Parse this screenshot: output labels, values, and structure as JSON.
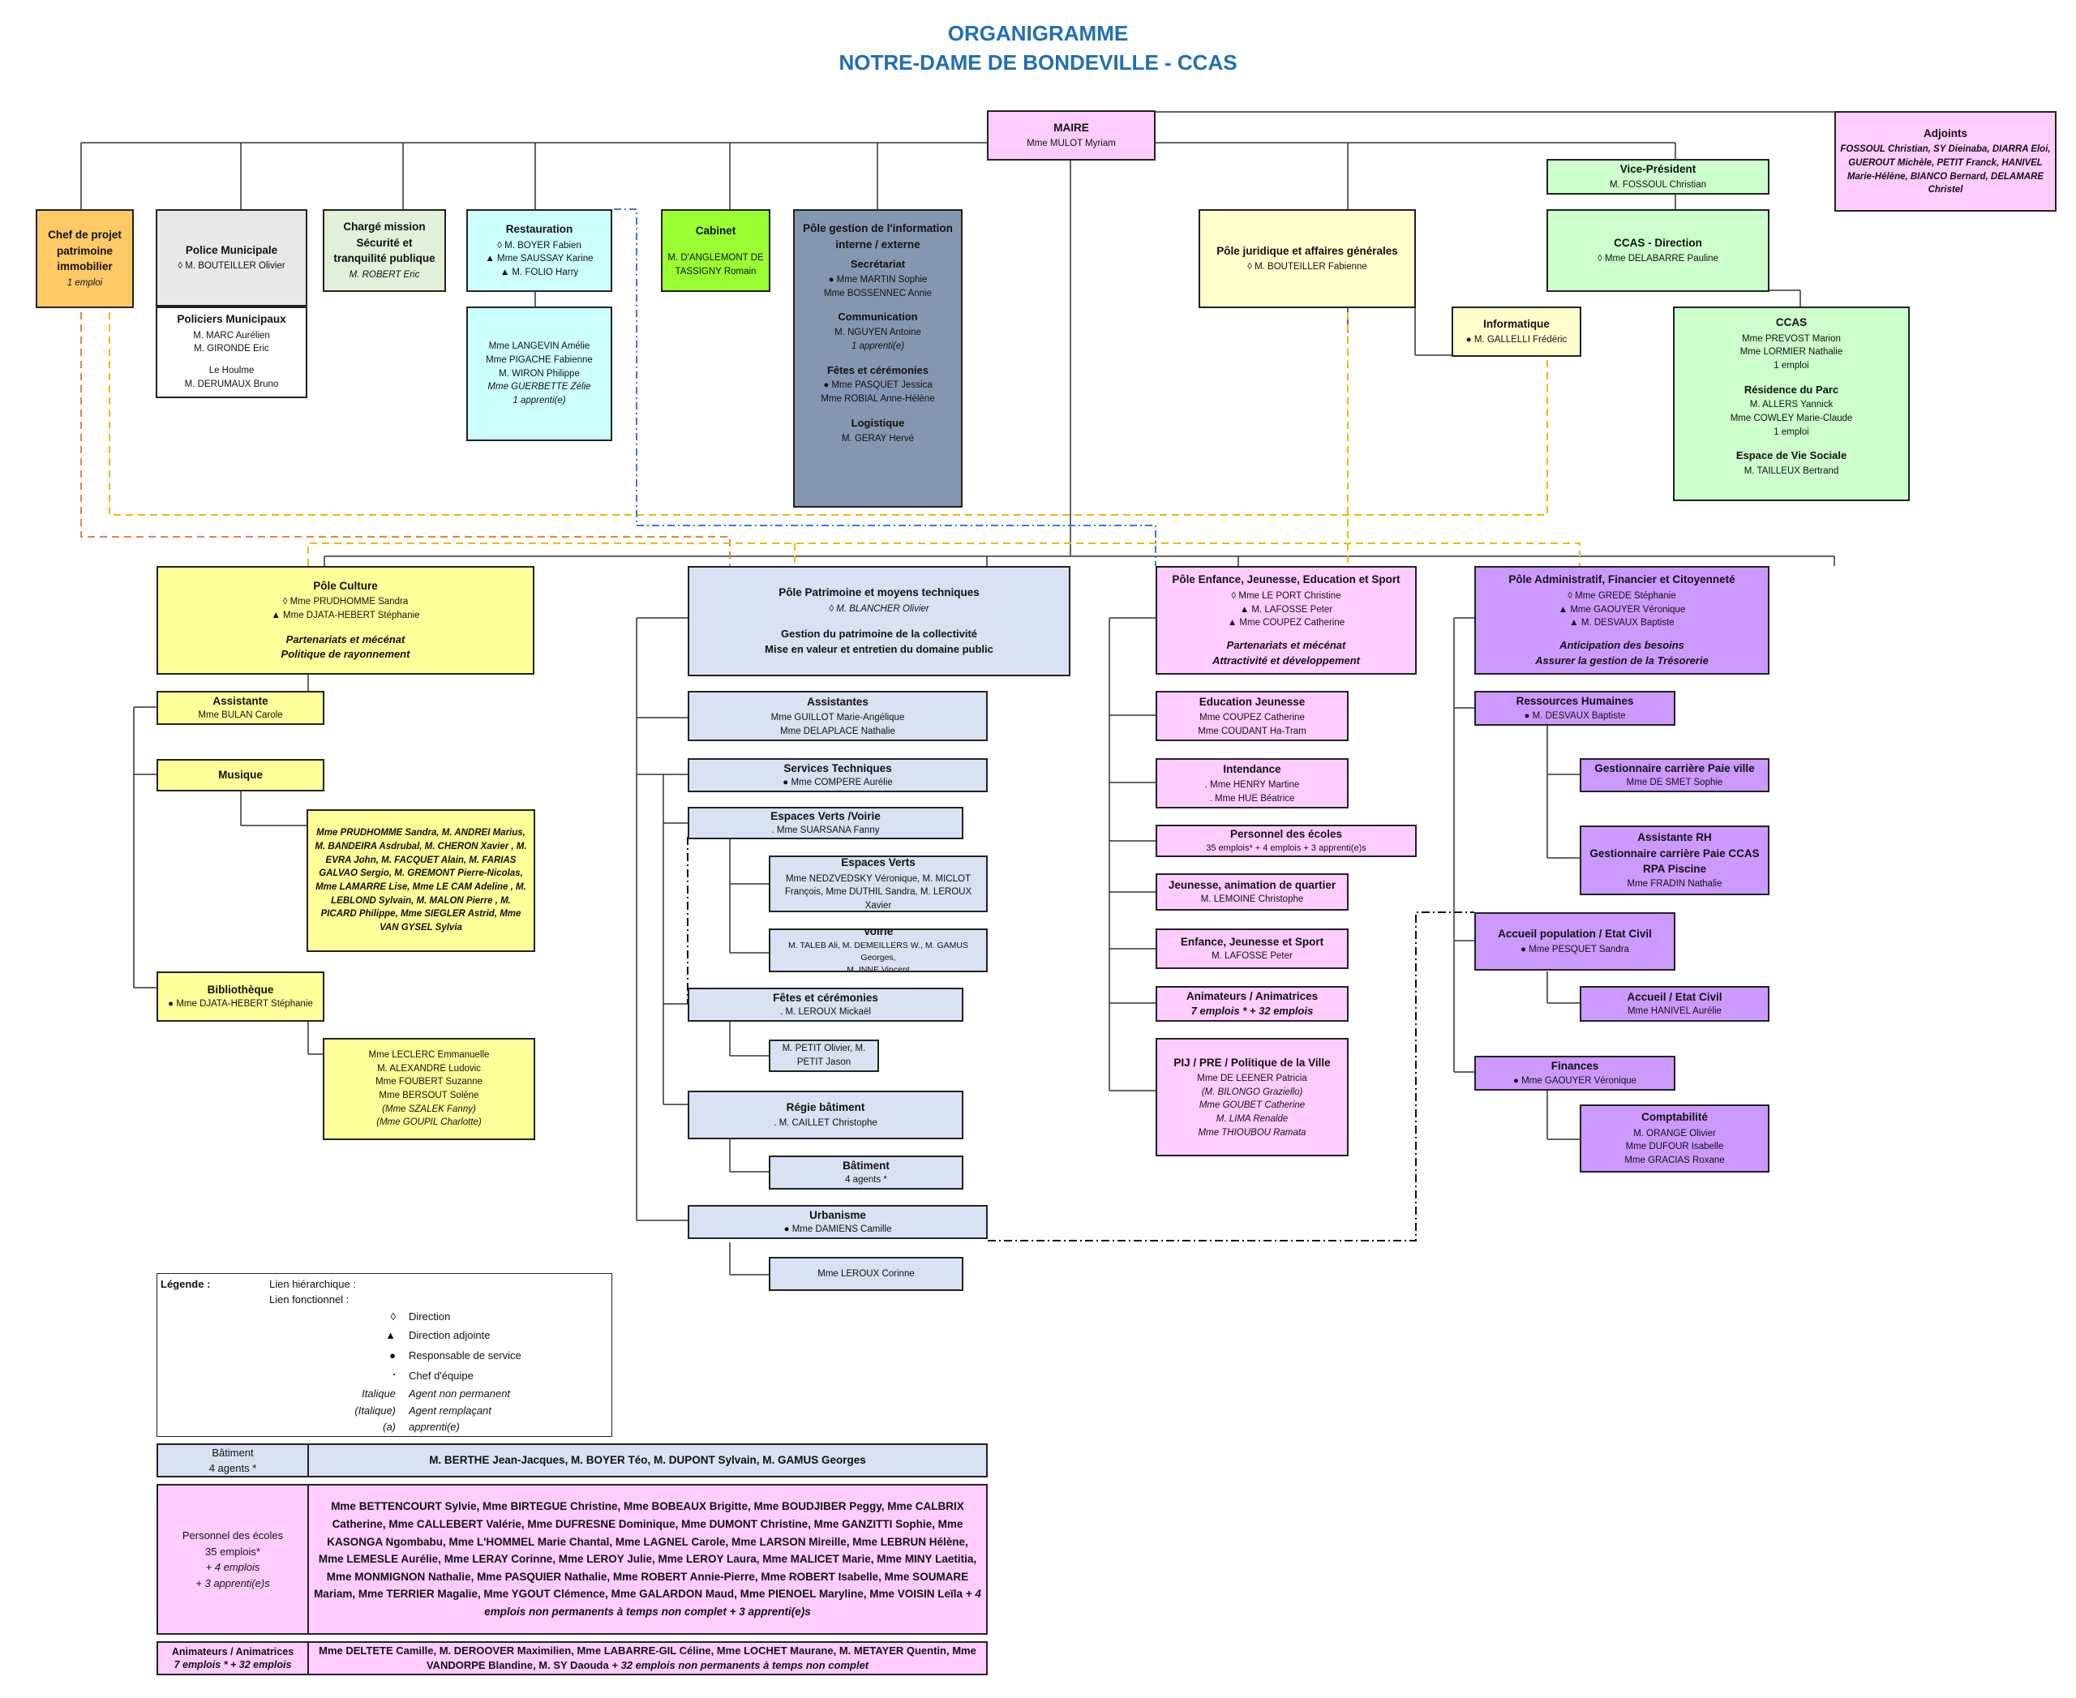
{
  "title": {
    "line1": "ORGANIGRAMME",
    "line2": "NOTRE-DAME DE BONDEVILLE - CCAS"
  },
  "maire": {
    "title": "MAIRE",
    "name": "Mme MULOT Myriam"
  },
  "adjoints": {
    "title": "Adjoints",
    "names": "FOSSOUL Christian, SY Dieinaba, DIARRA Eloi, GUEROUT Michèle, PETIT Franck, HANIVEL Marie-Hélène, BIANCO Bernard, DELAMARE Christel"
  },
  "vice_president": {
    "title": "Vice-Président",
    "name": "M. FOSSOUL Christian"
  },
  "ccas_direction": {
    "title": "CCAS - Direction",
    "name": "◊ Mme DELABARRE Pauline"
  },
  "chef_projet": {
    "title": "Chef de projet patrimoine immobilier",
    "note": "1 emploi"
  },
  "police": {
    "title": "Police Municipale",
    "name": "◊ M. BOUTEILLER Olivier"
  },
  "policiers": {
    "title": "Policiers Municipaux",
    "l1": "M. MARC Aurélien",
    "l2": "M. GIRONDE Eric",
    "l3": "Le Houlme",
    "l4": "M. DERUMAUX Bruno"
  },
  "charge_mission": {
    "title": "Chargé mission Sécurité et tranquilité publique",
    "name": "M. ROBERT Eric"
  },
  "restauration": {
    "title": "Restauration",
    "l1": "◊ M. BOYER Fabien",
    "l2": "▲ Mme SAUSSAY Karine",
    "l3": "▲ M. FOLIO Harry"
  },
  "restauration_team": {
    "l1": "Mme LANGEVIN Amélie",
    "l2": "Mme PIGACHE Fabienne",
    "l3": "M. WIRON Philippe",
    "l4": "Mme GUERBETTE Zélie",
    "l5": "1 apprenti(e)"
  },
  "cabinet": {
    "title": "Cabinet",
    "name": "M. D'ANGLEMONT DE TASSIGNY Romain"
  },
  "pole_info": {
    "title": "Pôle gestion de l'information interne / externe",
    "s1": "Secrétariat",
    "s1a": "● Mme MARTIN Sophie",
    "s1b": "Mme BOSSENNEC Annie",
    "s2": "Communication",
    "s2a": "M. NGUYEN Antoine",
    "s2b": "1 apprenti(e)",
    "s3": "Fêtes et cérémonies",
    "s3a": "● Mme PASQUET Jessica",
    "s3b": "Mme ROBIAL Anne-Hélène",
    "s4": "Logistique",
    "s4a": "M. GERAY Hervé"
  },
  "pole_juridique": {
    "title": "Pôle juridique et affaires générales",
    "name": "◊ M. BOUTEILLER Fabienne"
  },
  "informatique": {
    "title": "Informatique",
    "name": "● M. GALLELLI Frédéric"
  },
  "ccas": {
    "s1": "CCAS",
    "s1a": "Mme PREVOST Marion",
    "s1b": "Mme LORMIER Nathalie",
    "s1c": "1 emploi",
    "s2": "Résidence du Parc",
    "s2a": "M. ALLERS Yannick",
    "s2b": "Mme COWLEY Marie-Claude",
    "s2c": "1 emploi",
    "s3": "Espace de Vie Sociale",
    "s3a": "M. TAILLEUX Bertrand"
  },
  "culture": {
    "title": "Pôle Culture",
    "l1": "◊ Mme PRUDHOMME Sandra",
    "l2": "▲ Mme DJATA-HEBERT Stéphanie",
    "l3": "Partenariats et mécénat",
    "l4": "Politique de rayonnement"
  },
  "assistante": {
    "title": "Assistante",
    "name": "Mme BULAN Carole"
  },
  "musique": {
    "title": "Musique"
  },
  "musique_team": {
    "text": "Mme PRUDHOMME Sandra, M. ANDREI Marius, M. BANDEIRA Asdrubal, M. CHERON Xavier , M. EVRA John, M. FACQUET Alain, M. FARIAS GALVAO Sergio, M. GREMONT Pierre-Nicolas, Mme LAMARRE Lise, Mme LE CAM Adeline , M. LEBLOND Sylvain, M. MALON Pierre , M. PICARD Philippe, Mme SIEGLER Astrid, Mme VAN GYSEL Sylvia"
  },
  "bibliotheque": {
    "title": "Bibliothèque",
    "name": "● Mme DJATA-HEBERT Stéphanie"
  },
  "biblio_team": {
    "l1": "Mme LECLERC Emmanuelle",
    "l2": "M. ALEXANDRE Ludovic",
    "l3": "Mme FOUBERT Suzanne",
    "l4": "Mme BERSOUT Solène",
    "l5": "(Mme SZALEK Fanny)",
    "l6": "(Mme GOUPIL Charlotte)"
  },
  "patrimoine": {
    "title": "Pôle Patrimoine et moyens techniques",
    "name": "◊ M. BLANCHER Olivier",
    "l1": "Gestion du patrimoine de la collectivité",
    "l2": "Mise en valeur et entretien du domaine public"
  },
  "assistantes": {
    "title": "Assistantes",
    "l1": "Mme GUILLOT Marie-Angélique",
    "l2": "Mme DELAPLACE Nathalie"
  },
  "services_tech": {
    "title": "Services Techniques",
    "name": "● Mme COMPERE Aurélie"
  },
  "espaces_verts_voirie": {
    "title": "Espaces Verts /Voirie",
    "name": ". Mme SUARSANA Fanny"
  },
  "espaces_verts": {
    "title": "Espaces Verts",
    "l1": "Mme NEDZVEDSKY Véronique, M. MICLOT",
    "l2": "François, Mme DUTHIL Sandra, M. LEROUX Xavier"
  },
  "voirie": {
    "title": "Voirie",
    "l1": "M. TALEB Ali, M. DEMEILLERS W., M. GAMUS Georges,",
    "l2": "M. INNE Vincent"
  },
  "fetes": {
    "title": "Fêtes et cérémonies",
    "name": ". M. LEROUX Mickaël"
  },
  "fetes_team": {
    "l1": "M. PETIT Olivier, M.",
    "l2": "PETIT Jason"
  },
  "regie": {
    "title": "Régie bâtiment",
    "name": ". M. CAILLET Christophe"
  },
  "batiment": {
    "title": "Bâtiment",
    "note": "4 agents *"
  },
  "urbanisme": {
    "title": "Urbanisme",
    "name": "● Mme DAMIENS Camille"
  },
  "urbanisme_team": {
    "name": "Mme LEROUX Corinne"
  },
  "enfance": {
    "title": "Pôle Enfance, Jeunesse, Education et Sport",
    "l1": "◊ Mme LE PORT Christine",
    "l2": "▲ M. LAFOSSE Peter",
    "l3": "▲ Mme COUPEZ Catherine",
    "l4": "Partenariats et mécénat",
    "l5": "Attractivité et développement"
  },
  "education_jeunesse": {
    "title": "Education Jeunesse",
    "l1": "Mme COUPEZ Catherine",
    "l2": "Mme COUDANT Ha-Tram"
  },
  "intendance": {
    "title": "Intendance",
    "l1": ". Mme HENRY Martine",
    "l2": ". Mme HUE Béatrice"
  },
  "personnel_ecoles": {
    "title": "Personnel des écoles",
    "note": "35 emplois* + 4 emplois + 3 apprenti(e)s"
  },
  "jeunesse_animation": {
    "title": "Jeunesse, animation de quartier",
    "name": "M. LEMOINE Christophe"
  },
  "enfance_sport": {
    "title": "Enfance, Jeunesse et Sport",
    "name": "M. LAFOSSE Peter"
  },
  "animateurs": {
    "title": "Animateurs / Animatrices",
    "note": "7 emplois * + 32 emplois"
  },
  "pij": {
    "title": "PIJ / PRE / Politique de la Ville",
    "l1": "Mme DE LEENER Patricia",
    "l2": "(M. BILONGO Graziello)",
    "l3": "Mme GOUBET Catherine",
    "l4": "M. LIMA Renalde",
    "l5": "Mme THIOUBOU Ramata"
  },
  "admin": {
    "title": "Pôle Administratif, Financier et Citoyenneté",
    "l1": "◊ Mme GREDE Stéphanie",
    "l2": "▲ Mme GAOUYER Véronique",
    "l3": "▲ M. DESVAUX Baptiste",
    "l4": "Anticipation des besoins",
    "l5": "Assurer la gestion de la Trésorerie"
  },
  "rh": {
    "title": "Ressources Humaines",
    "name": "● M. DESVAUX Baptiste"
  },
  "carriere_ville": {
    "title": "Gestionnaire carrière Paie ville",
    "name": "Mme DE SMET Sophie"
  },
  "assistante_rh": {
    "l1": "Assistante RH",
    "l2": "Gestionnaire carrière Paie CCAS",
    "l3": "RPA Piscine",
    "name": "Mme FRADIN Nathalie"
  },
  "accueil_pop": {
    "title": "Accueil population / Etat Civil",
    "name": "● Mme PESQUET Sandra"
  },
  "accueil_ec": {
    "title": "Accueil / Etat Civil",
    "name": "Mme HANIVEL Aurélie"
  },
  "finances": {
    "title": "Finances",
    "name": "● Mme GAOUYER Véronique"
  },
  "comptabilite": {
    "title": "Comptabilité",
    "l1": "M. ORANGE Olivier",
    "l2": "Mme DUFOUR Isabelle",
    "l3": "Mme GRACIAS Roxane"
  },
  "legend": {
    "label": "Légende :",
    "hier": "Lien hiérarchique :",
    "func": "Lien fonctionnel :",
    "sym1": "◊",
    "txt1": "Direction",
    "sym2": "▲",
    "txt2": "Direction adjointe",
    "sym3": "●",
    "txt3": "Responsable de service",
    "sym4": ".",
    "txt4": "Chef d'équipe",
    "sym5": "Italique",
    "txt5": "Agent non permanent",
    "sym6": "(Italique)",
    "txt6": "Agent remplaçant",
    "sym7": "(a)",
    "txt7": "apprenti(e)"
  },
  "table_batiment": {
    "c1a": "Bâtiment",
    "c1b": "4 agents *",
    "names": "M. BERTHE Jean-Jacques, M. BOYER Téo, M. DUPONT Sylvain, M. GAMUS Georges"
  },
  "table_ecoles": {
    "c1a": "Personnel des écoles",
    "c1b": "35 emplois*",
    "c1c": "+ 4 emplois",
    "c1d": "+ 3 apprenti(e)s",
    "names": "Mme BETTENCOURT Sylvie, Mme BIRTEGUE Christine, Mme BOBEAUX Brigitte, Mme BOUDJIBER Peggy, Mme CALBRIX Catherine, Mme CALLEBERT Valérie, Mme DUFRESNE Dominique, Mme DUMONT Christine, Mme GANZITTI Sophie, Mme KASONGA Ngombabu, Mme L'HOMMEL Marie Chantal, Mme LAGNEL Carole, Mme LARSON Mireille, Mme LEBRUN Hélène, Mme LEMESLE Aurélie, Mme LERAY Corinne, Mme LEROY Julie, Mme LEROY Laura, Mme MALICET Marie, Mme MINY Laetitia, Mme MONMIGNON Nathalie, Mme PASQUIER Nathalie, Mme ROBERT Annie-Pierre, Mme ROBERT Isabelle, Mme SOUMARE Mariam, Mme TERRIER Magalie, Mme YGOUT Clémence, Mme GALARDON Maud, Mme PIENOEL Maryline, Mme VOISIN Leïla",
    "extra": "+ 4 emplois non permanents à temps non complet + 3 apprenti(e)s"
  },
  "table_anim": {
    "c1a": "Animateurs / Animatrices",
    "c1b": "7 emplois * + 32 emplois",
    "names": "Mme DELTETE Camille, M. DEROOVER Maximilien, Mme LABARRE-GIL Céline, Mme LOCHET Maurane, M. METAYER Quentin, Mme VANDORPE Blandine, M. SY Daouda",
    "extra": "+ 32 emplois non permanents à temps non complet"
  }
}
